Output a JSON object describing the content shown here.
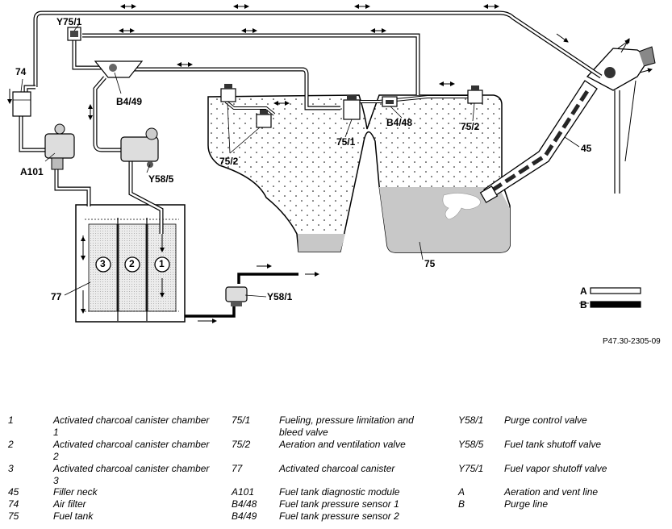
{
  "diagram": {
    "labels": {
      "y75_1": "Y75/1",
      "n74": "74",
      "b4_49": "B4/49",
      "a101": "A101",
      "y58_5": "Y58/5",
      "n77": "77",
      "y58_1": "Y58/1",
      "n75_2_left": "75/2",
      "n75_1": "75/1",
      "b4_48": "B4/48",
      "n75_2_right": "75/2",
      "n45": "45",
      "n75": "75",
      "a": "A",
      "b": "B",
      "chamber_1": "1",
      "chamber_2": "2",
      "chamber_3": "3"
    },
    "caption": "P47.30-2305-09",
    "colors": {
      "line_a": "#ffffff",
      "line_b": "#000000",
      "fuel": "#c8c8c8",
      "tank_outline": "#000000"
    }
  },
  "legend": {
    "col1": [
      {
        "code": "1",
        "text": "Activated charcoal canister chamber 1"
      },
      {
        "code": "2",
        "text": "Activated charcoal canister chamber 2"
      },
      {
        "code": "3",
        "text": "Activated charcoal canister chamber 3"
      },
      {
        "code": "45",
        "text": "Filler neck"
      },
      {
        "code": "74",
        "text": "Air filter"
      },
      {
        "code": "75",
        "text": "Fuel tank"
      }
    ],
    "col2": [
      {
        "code": "75/1",
        "text": "Fueling, pressure limitation and bleed valve"
      },
      {
        "code": "75/2",
        "text": "Aeration and ventilation valve"
      },
      {
        "code": "77",
        "text": "Activated charcoal canister"
      },
      {
        "code": "A101",
        "text": "Fuel tank diagnostic module"
      },
      {
        "code": "B4/48",
        "text": "Fuel tank pressure sensor 1"
      },
      {
        "code": "B4/49",
        "text": "Fuel tank pressure sensor 2"
      }
    ],
    "col3": [
      {
        "code": "Y58/1",
        "text": "Purge control valve"
      },
      {
        "code": "Y58/5",
        "text": "Fuel tank shutoff valve"
      },
      {
        "code": "Y75/1",
        "text": "Fuel vapor shutoff valve"
      },
      {
        "code": "A",
        "text": "Aeration and vent line"
      },
      {
        "code": "B",
        "text": "Purge line"
      }
    ]
  }
}
